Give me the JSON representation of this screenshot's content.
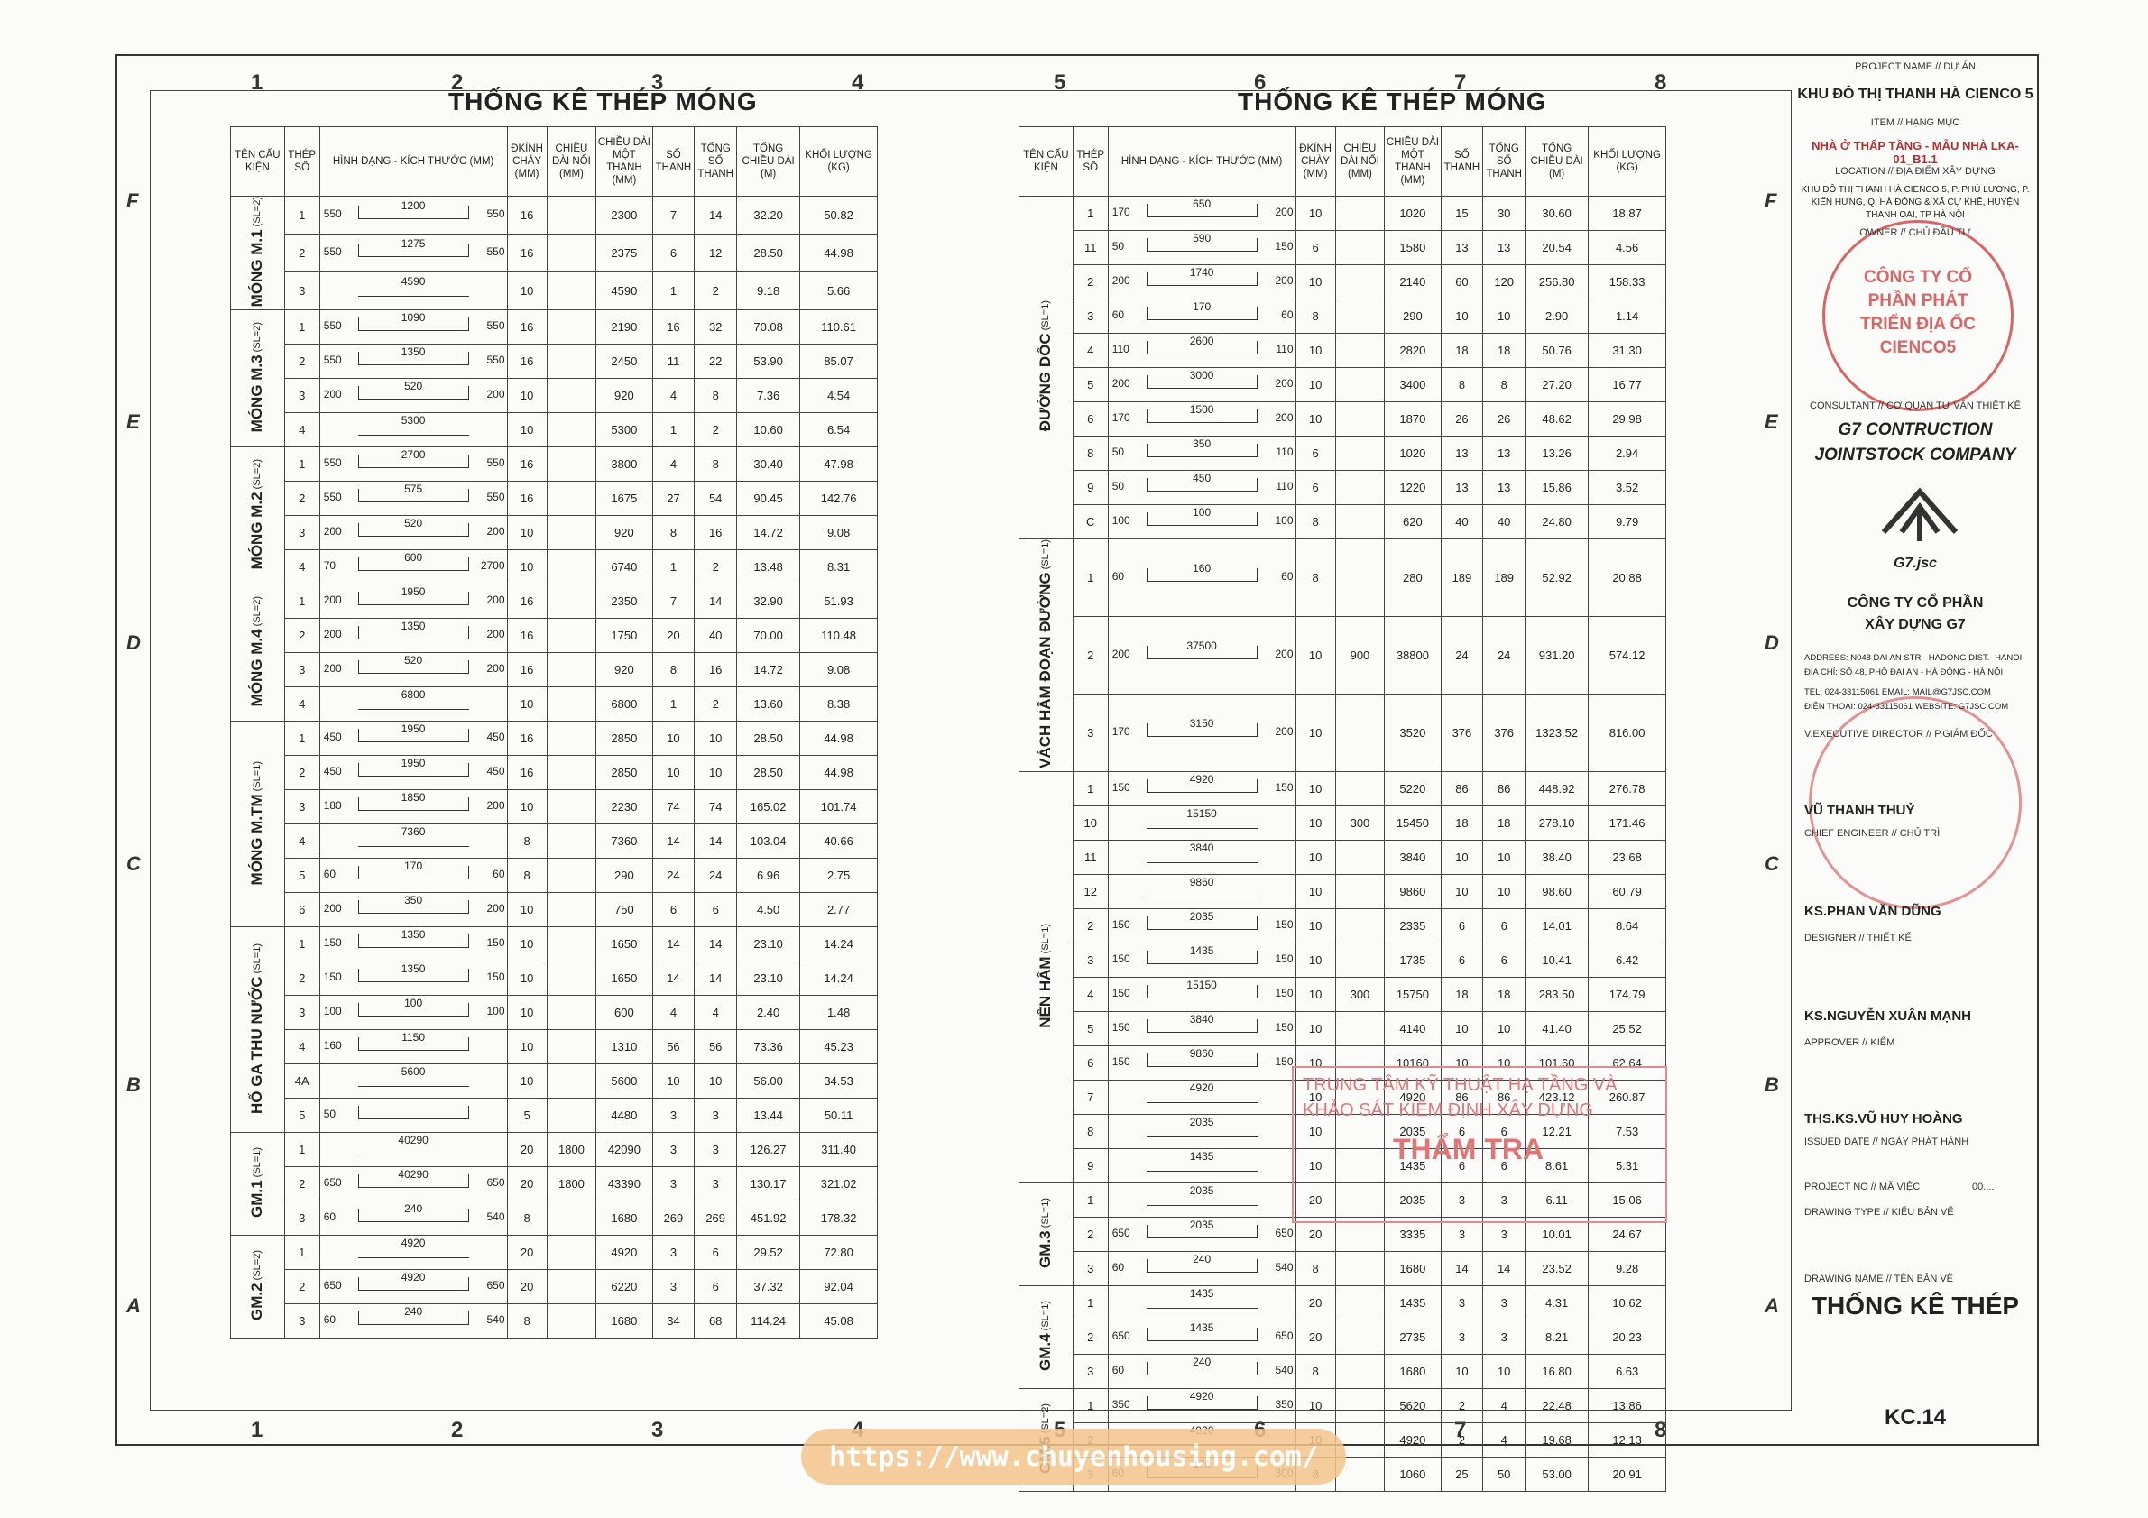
{
  "grid": {
    "cols": [
      "1",
      "2",
      "3",
      "4",
      "5",
      "6",
      "7",
      "8"
    ],
    "rows": [
      "F",
      "E",
      "D",
      "C",
      "B",
      "A"
    ]
  },
  "left_table": {
    "title": "THỐNG KÊ THÉP MÓNG"
  },
  "right_table": {
    "title": "THỐNG KÊ THÉP MÓNG"
  },
  "headers": [
    "TÊN CẤU KIỆN",
    "THÉP SỐ",
    "HÌNH DẠNG - KÍCH THƯỚC (MM)",
    "ĐKÍNH CHÀY (MM)",
    "CHIỀU DÀI NỐI (MM)",
    "CHIỀU DÀI MỘT THANH (MM)",
    "SỐ THANH",
    "TỔNG SỐ THANH",
    "TỔNG CHIỀU DÀI (M)",
    "KHỐI LƯỢNG (KG)"
  ],
  "left_groups": [
    {
      "name": "MÓNG M.1",
      "sl": "(SL=2)",
      "rows": [
        [
          "1",
          "550",
          "1200",
          "550",
          "16",
          "",
          "2300",
          "7",
          "14",
          "32.20",
          "50.82"
        ],
        [
          "2",
          "550",
          "1275",
          "550",
          "16",
          "",
          "2375",
          "6",
          "12",
          "28.50",
          "44.98"
        ],
        [
          "3",
          "",
          "4590",
          "",
          "10",
          "",
          "4590",
          "1",
          "2",
          "9.18",
          "5.66"
        ]
      ]
    },
    {
      "name": "MÓNG M.3",
      "sl": "(SL=2)",
      "rows": [
        [
          "1",
          "550",
          "1090",
          "550",
          "16",
          "",
          "2190",
          "16",
          "32",
          "70.08",
          "110.61"
        ],
        [
          "2",
          "550",
          "1350",
          "550",
          "16",
          "",
          "2450",
          "11",
          "22",
          "53.90",
          "85.07"
        ],
        [
          "3",
          "200",
          "520",
          "200",
          "10",
          "",
          "920",
          "4",
          "8",
          "7.36",
          "4.54"
        ],
        [
          "4",
          "",
          "5300",
          "",
          "10",
          "",
          "5300",
          "1",
          "2",
          "10.60",
          "6.54"
        ]
      ]
    },
    {
      "name": "MÓNG M.2",
      "sl": "(SL=2)",
      "rows": [
        [
          "1",
          "550",
          "2700",
          "550",
          "16",
          "",
          "3800",
          "4",
          "8",
          "30.40",
          "47.98"
        ],
        [
          "2",
          "550",
          "575",
          "550",
          "16",
          "",
          "1675",
          "27",
          "54",
          "90.45",
          "142.76"
        ],
        [
          "3",
          "200",
          "520",
          "200",
          "10",
          "",
          "920",
          "8",
          "16",
          "14.72",
          "9.08"
        ],
        [
          "4",
          "70",
          "600",
          "2700",
          "10",
          "",
          "6740",
          "1",
          "2",
          "13.48",
          "8.31"
        ]
      ]
    },
    {
      "name": "MÓNG M.4",
      "sl": "(SL=2)",
      "rows": [
        [
          "1",
          "200",
          "1950",
          "200",
          "16",
          "",
          "2350",
          "7",
          "14",
          "32.90",
          "51.93"
        ],
        [
          "2",
          "200",
          "1350",
          "200",
          "16",
          "",
          "1750",
          "20",
          "40",
          "70.00",
          "110.48"
        ],
        [
          "3",
          "200",
          "520",
          "200",
          "16",
          "",
          "920",
          "8",
          "16",
          "14.72",
          "9.08"
        ],
        [
          "4",
          "",
          "6800",
          "",
          "10",
          "",
          "6800",
          "1",
          "2",
          "13.60",
          "8.38"
        ]
      ]
    },
    {
      "name": "MÓNG M.TM",
      "sl": "(SL=1)",
      "rows": [
        [
          "1",
          "450",
          "1950",
          "450",
          "16",
          "",
          "2850",
          "10",
          "10",
          "28.50",
          "44.98"
        ],
        [
          "2",
          "450",
          "1950",
          "450",
          "16",
          "",
          "2850",
          "10",
          "10",
          "28.50",
          "44.98"
        ],
        [
          "3",
          "180",
          "1850",
          "200",
          "10",
          "",
          "2230",
          "74",
          "74",
          "165.02",
          "101.74"
        ],
        [
          "4",
          "",
          "7360",
          "",
          "8",
          "",
          "7360",
          "14",
          "14",
          "103.04",
          "40.66"
        ],
        [
          "5",
          "60",
          "170",
          "60",
          "8",
          "",
          "290",
          "24",
          "24",
          "6.96",
          "2.75"
        ],
        [
          "6",
          "200",
          "350",
          "200",
          "10",
          "",
          "750",
          "6",
          "6",
          "4.50",
          "2.77"
        ]
      ]
    },
    {
      "name": "HỐ GA THU NƯỚC",
      "sl": "(SL=1)",
      "rows": [
        [
          "1",
          "150",
          "1350",
          "150",
          "10",
          "",
          "1650",
          "14",
          "14",
          "23.10",
          "14.24"
        ],
        [
          "2",
          "150",
          "1350",
          "150",
          "10",
          "",
          "1650",
          "14",
          "14",
          "23.10",
          "14.24"
        ],
        [
          "3",
          "100",
          "100",
          "100",
          "10",
          "",
          "600",
          "4",
          "4",
          "2.40",
          "1.48"
        ],
        [
          "4",
          "160",
          "1150",
          "",
          "10",
          "",
          "1310",
          "56",
          "56",
          "73.36",
          "45.23"
        ],
        [
          "4A",
          "",
          "5600",
          "",
          "10",
          "",
          "5600",
          "10",
          "10",
          "56.00",
          "34.53"
        ],
        [
          "5",
          "50",
          "",
          "",
          "5",
          "",
          "4480",
          "3",
          "3",
          "13.44",
          "50.11"
        ]
      ]
    },
    {
      "name": "GM.1",
      "sl": "(SL=1)",
      "rows": [
        [
          "1",
          "",
          "40290",
          "",
          "20",
          "1800",
          "42090",
          "3",
          "3",
          "126.27",
          "311.40"
        ],
        [
          "2",
          "650",
          "40290",
          "650",
          "20",
          "1800",
          "43390",
          "3",
          "3",
          "130.17",
          "321.02"
        ],
        [
          "3",
          "60",
          "240",
          "540",
          "8",
          "",
          "1680",
          "269",
          "269",
          "451.92",
          "178.32"
        ]
      ]
    },
    {
      "name": "GM.2",
      "sl": "(SL=2)",
      "rows": [
        [
          "1",
          "",
          "4920",
          "",
          "20",
          "",
          "4920",
          "3",
          "6",
          "29.52",
          "72.80"
        ],
        [
          "2",
          "650",
          "4920",
          "650",
          "20",
          "",
          "6220",
          "3",
          "6",
          "37.32",
          "92.04"
        ],
        [
          "3",
          "60",
          "240",
          "540",
          "8",
          "",
          "1680",
          "34",
          "68",
          "114.24",
          "45.08"
        ]
      ]
    }
  ],
  "right_groups": [
    {
      "name": "ĐƯỜNG DỐC",
      "sl": "(SL=1)",
      "rows": [
        [
          "1",
          "170",
          "650",
          "200",
          "10",
          "",
          "1020",
          "15",
          "30",
          "30.60",
          "18.87"
        ],
        [
          "11",
          "50",
          "590",
          "150",
          "6",
          "",
          "1580",
          "13",
          "13",
          "20.54",
          "4.56"
        ],
        [
          "2",
          "200",
          "1740",
          "200",
          "10",
          "",
          "2140",
          "60",
          "120",
          "256.80",
          "158.33"
        ],
        [
          "3",
          "60",
          "170",
          "60",
          "8",
          "",
          "290",
          "10",
          "10",
          "2.90",
          "1.14"
        ],
        [
          "4",
          "110",
          "2600",
          "110",
          "10",
          "",
          "2820",
          "18",
          "18",
          "50.76",
          "31.30"
        ],
        [
          "5",
          "200",
          "3000",
          "200",
          "10",
          "",
          "3400",
          "8",
          "8",
          "27.20",
          "16.77"
        ],
        [
          "6",
          "170",
          "1500",
          "200",
          "10",
          "",
          "1870",
          "26",
          "26",
          "48.62",
          "29.98"
        ],
        [
          "8",
          "50",
          "350",
          "110",
          "6",
          "",
          "1020",
          "13",
          "13",
          "13.26",
          "2.94"
        ],
        [
          "9",
          "50",
          "450",
          "110",
          "6",
          "",
          "1220",
          "13",
          "13",
          "15.86",
          "3.52"
        ],
        [
          "C",
          "100",
          "100",
          "100",
          "8",
          "",
          "620",
          "40",
          "40",
          "24.80",
          "9.79"
        ]
      ]
    },
    {
      "name": "VÁCH HẦM ĐOẠN ĐƯỜNG",
      "sl": "(SL=1)",
      "rows": [
        [
          "1",
          "60",
          "160",
          "60",
          "8",
          "",
          "280",
          "189",
          "189",
          "52.92",
          "20.88"
        ],
        [
          "2",
          "200",
          "37500",
          "200",
          "10",
          "900",
          "38800",
          "24",
          "24",
          "931.20",
          "574.12"
        ],
        [
          "3",
          "170",
          "3150",
          "200",
          "10",
          "",
          "3520",
          "376",
          "376",
          "1323.52",
          "816.00"
        ]
      ]
    },
    {
      "name": "NỀN HẦM",
      "sl": "(SL=1)",
      "rows": [
        [
          "1",
          "150",
          "4920",
          "150",
          "10",
          "",
          "5220",
          "86",
          "86",
          "448.92",
          "276.78"
        ],
        [
          "10",
          "",
          "15150",
          "",
          "10",
          "300",
          "15450",
          "18",
          "18",
          "278.10",
          "171.46"
        ],
        [
          "11",
          "",
          "3840",
          "",
          "10",
          "",
          "3840",
          "10",
          "10",
          "38.40",
          "23.68"
        ],
        [
          "12",
          "",
          "9860",
          "",
          "10",
          "",
          "9860",
          "10",
          "10",
          "98.60",
          "60.79"
        ],
        [
          "2",
          "150",
          "2035",
          "150",
          "10",
          "",
          "2335",
          "6",
          "6",
          "14.01",
          "8.64"
        ],
        [
          "3",
          "150",
          "1435",
          "150",
          "10",
          "",
          "1735",
          "6",
          "6",
          "10.41",
          "6.42"
        ],
        [
          "4",
          "150",
          "15150",
          "150",
          "10",
          "300",
          "15750",
          "18",
          "18",
          "283.50",
          "174.79"
        ],
        [
          "5",
          "150",
          "3840",
          "150",
          "10",
          "",
          "4140",
          "10",
          "10",
          "41.40",
          "25.52"
        ],
        [
          "6",
          "150",
          "9860",
          "150",
          "10",
          "",
          "10160",
          "10",
          "10",
          "101.60",
          "62.64"
        ],
        [
          "7",
          "",
          "4920",
          "",
          "10",
          "",
          "4920",
          "86",
          "86",
          "423.12",
          "260.87"
        ],
        [
          "8",
          "",
          "2035",
          "",
          "10",
          "",
          "2035",
          "6",
          "6",
          "12.21",
          "7.53"
        ],
        [
          "9",
          "",
          "1435",
          "",
          "10",
          "",
          "1435",
          "6",
          "6",
          "8.61",
          "5.31"
        ]
      ]
    },
    {
      "name": "GM.3",
      "sl": "(SL=1)",
      "rows": [
        [
          "1",
          "",
          "2035",
          "",
          "20",
          "",
          "2035",
          "3",
          "3",
          "6.11",
          "15.06"
        ],
        [
          "2",
          "650",
          "2035",
          "650",
          "20",
          "",
          "3335",
          "3",
          "3",
          "10.01",
          "24.67"
        ],
        [
          "3",
          "60",
          "240",
          "540",
          "8",
          "",
          "1680",
          "14",
          "14",
          "23.52",
          "9.28"
        ]
      ]
    },
    {
      "name": "GM.4",
      "sl": "(SL=1)",
      "rows": [
        [
          "1",
          "",
          "1435",
          "",
          "20",
          "",
          "1435",
          "3",
          "3",
          "4.31",
          "10.62"
        ],
        [
          "2",
          "650",
          "1435",
          "650",
          "20",
          "",
          "2735",
          "3",
          "3",
          "8.21",
          "20.23"
        ],
        [
          "3",
          "60",
          "240",
          "540",
          "8",
          "",
          "1680",
          "10",
          "10",
          "16.80",
          "6.63"
        ]
      ]
    },
    {
      "name": "GM.5",
      "sl": "(SL=2)",
      "rows": [
        [
          "1",
          "350",
          "4920",
          "350",
          "10",
          "",
          "5620",
          "2",
          "4",
          "22.48",
          "13.86"
        ],
        [
          "2",
          "",
          "4920",
          "",
          "10",
          "",
          "4920",
          "2",
          "4",
          "19.68",
          "12.13"
        ],
        [
          "3",
          "60",
          "170",
          "300",
          "8",
          "",
          "1060",
          "25",
          "50",
          "53.00",
          "20.91"
        ]
      ]
    }
  ],
  "title_block": {
    "project_label": "PROJECT NAME // DỰ ÁN",
    "project": "KHU ĐÔ THỊ THANH HÀ CIENCO 5",
    "item_label": "ITEM // HẠNG MỤC",
    "item": "NHÀ Ở THẤP TẦNG - MẪU NHÀ LKA-01_B1.1",
    "location_label": "LOCATION // ĐỊA ĐIỂM XÂY DỰNG",
    "location": "KHU ĐÔ THỊ THANH HÀ CIENCO 5, P. PHÚ LƯƠNG, P. KIẾN HƯNG, Q. HÀ ĐÔNG & XÃ CỰ KHÊ, HUYỆN THANH OAI, TP HÀ NỘI",
    "owner_label": "OWNER // CHỦ ĐẦU TƯ",
    "owner_stamp": "CÔNG TY CỔ PHẦN PHÁT TRIỂN ĐỊA ỐC CIENCO5",
    "consultant_label": "CONSULTANT // CƠ QUAN TƯ VẤN THIẾT KẾ",
    "consultant_1": "G7 CONTRUCTION",
    "consultant_2": "JOINTSTOCK COMPANY",
    "logo_text": "G7.jsc",
    "company_1": "CÔNG TY CỔ PHẦN",
    "company_2": "XÂY DỰNG G7",
    "address": "ADDRESS: N048 DAI AN STR - HADONG DIST.- HANOI",
    "address_vn": "ĐỊA CHỈ: SỐ 48, PHỐ ĐẠI AN - HÀ ĐÔNG - HÀ NỘI",
    "tel": "TEL: 024-33115061   EMAIL: MAIL@G7JSC.COM",
    "tel_vn": "ĐIỆN THOẠI: 024-33115061  WEBSITE: G7JSC.COM",
    "director_label": "V.EXECUTIVE DIRECTOR // P.GIÁM ĐỐC",
    "director": "VŨ THANH THUỶ",
    "chief_label": "CHIEF ENGINEER // CHỦ TRÌ",
    "chief": "KS.PHAN VĂN DŨNG",
    "designer_label": "DESIGNER // THIẾT KẾ",
    "designer": "KS.NGUYỄN XUÂN MẠNH",
    "approver_label": "APPROVER // KIỂM",
    "approver": "THS.KS.VŨ HUY HOÀNG",
    "issued_label": "ISSUED DATE // NGÀY PHÁT HÀNH",
    "project_no_label": "PROJECT NO // MÃ VIỆC",
    "project_no": "00....",
    "drawing_type_label": "DRAWING TYPE // KIỂU BẢN VẼ",
    "drawing_name_label": "DRAWING NAME // TÊN BẢN VẼ",
    "drawing_name": "THỐNG KÊ THÉP",
    "sheet_no": "KC.14"
  },
  "check_stamp": {
    "line1": "TRUNG TÂM KỸ THUẬT HẠ TẦNG VÀ",
    "line2": "KHẢO SÁT KIỂM ĐỊNH XÂY DỰNG",
    "line3": "THẨM TRA"
  },
  "watermark": "https://www.chuyenhousing.com/"
}
